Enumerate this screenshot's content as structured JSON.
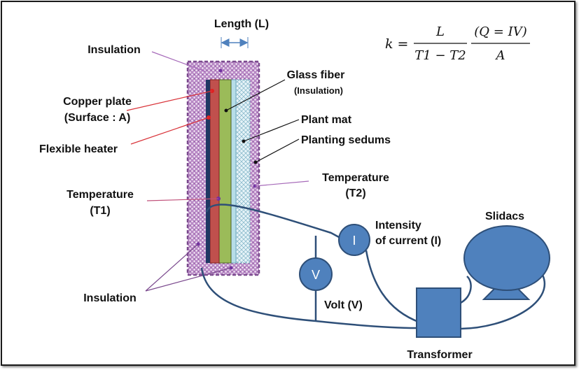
{
  "labels": {
    "length": "Length (L)",
    "insulation_top": "Insulation",
    "copper_plate_1": "Copper plate",
    "copper_plate_2": "(Surface : A)",
    "flexible_heater": "Flexible heater",
    "temperature_t1_1": "Temperature",
    "temperature_t1_2": "(T1)",
    "insulation_bottom": "Insulation",
    "glass_fiber_1": "Glass fiber",
    "glass_fiber_2": "(Insulation)",
    "plant_mat": "Plant mat",
    "planting_sedums": "Planting sedums",
    "temperature_t2_1": "Temperature",
    "temperature_t2_2": "(T2)",
    "intensity_1": "Intensity",
    "intensity_2": "of current (I)",
    "slidacs": "Slidacs",
    "volt": "Volt (V)",
    "transformer": "Transformer",
    "ammeter_symbol": "I",
    "voltmeter_symbol": "V"
  },
  "equation": {
    "lhs": "k =",
    "num1": "L",
    "den1": "T1 − T2",
    "num2": "(Q = IV)",
    "den2": "A"
  },
  "colors": {
    "insulation": "#a66ab9",
    "copper": "#c0504d",
    "heater": "#1f3864",
    "glass_fiber": "#9bbb59",
    "plant_mat": "#b7dde8",
    "device_fill": "#4f81bd",
    "wire": "#2e4f78",
    "callout_purple": "#7b4a8e",
    "callout_red": "#d9343a"
  }
}
